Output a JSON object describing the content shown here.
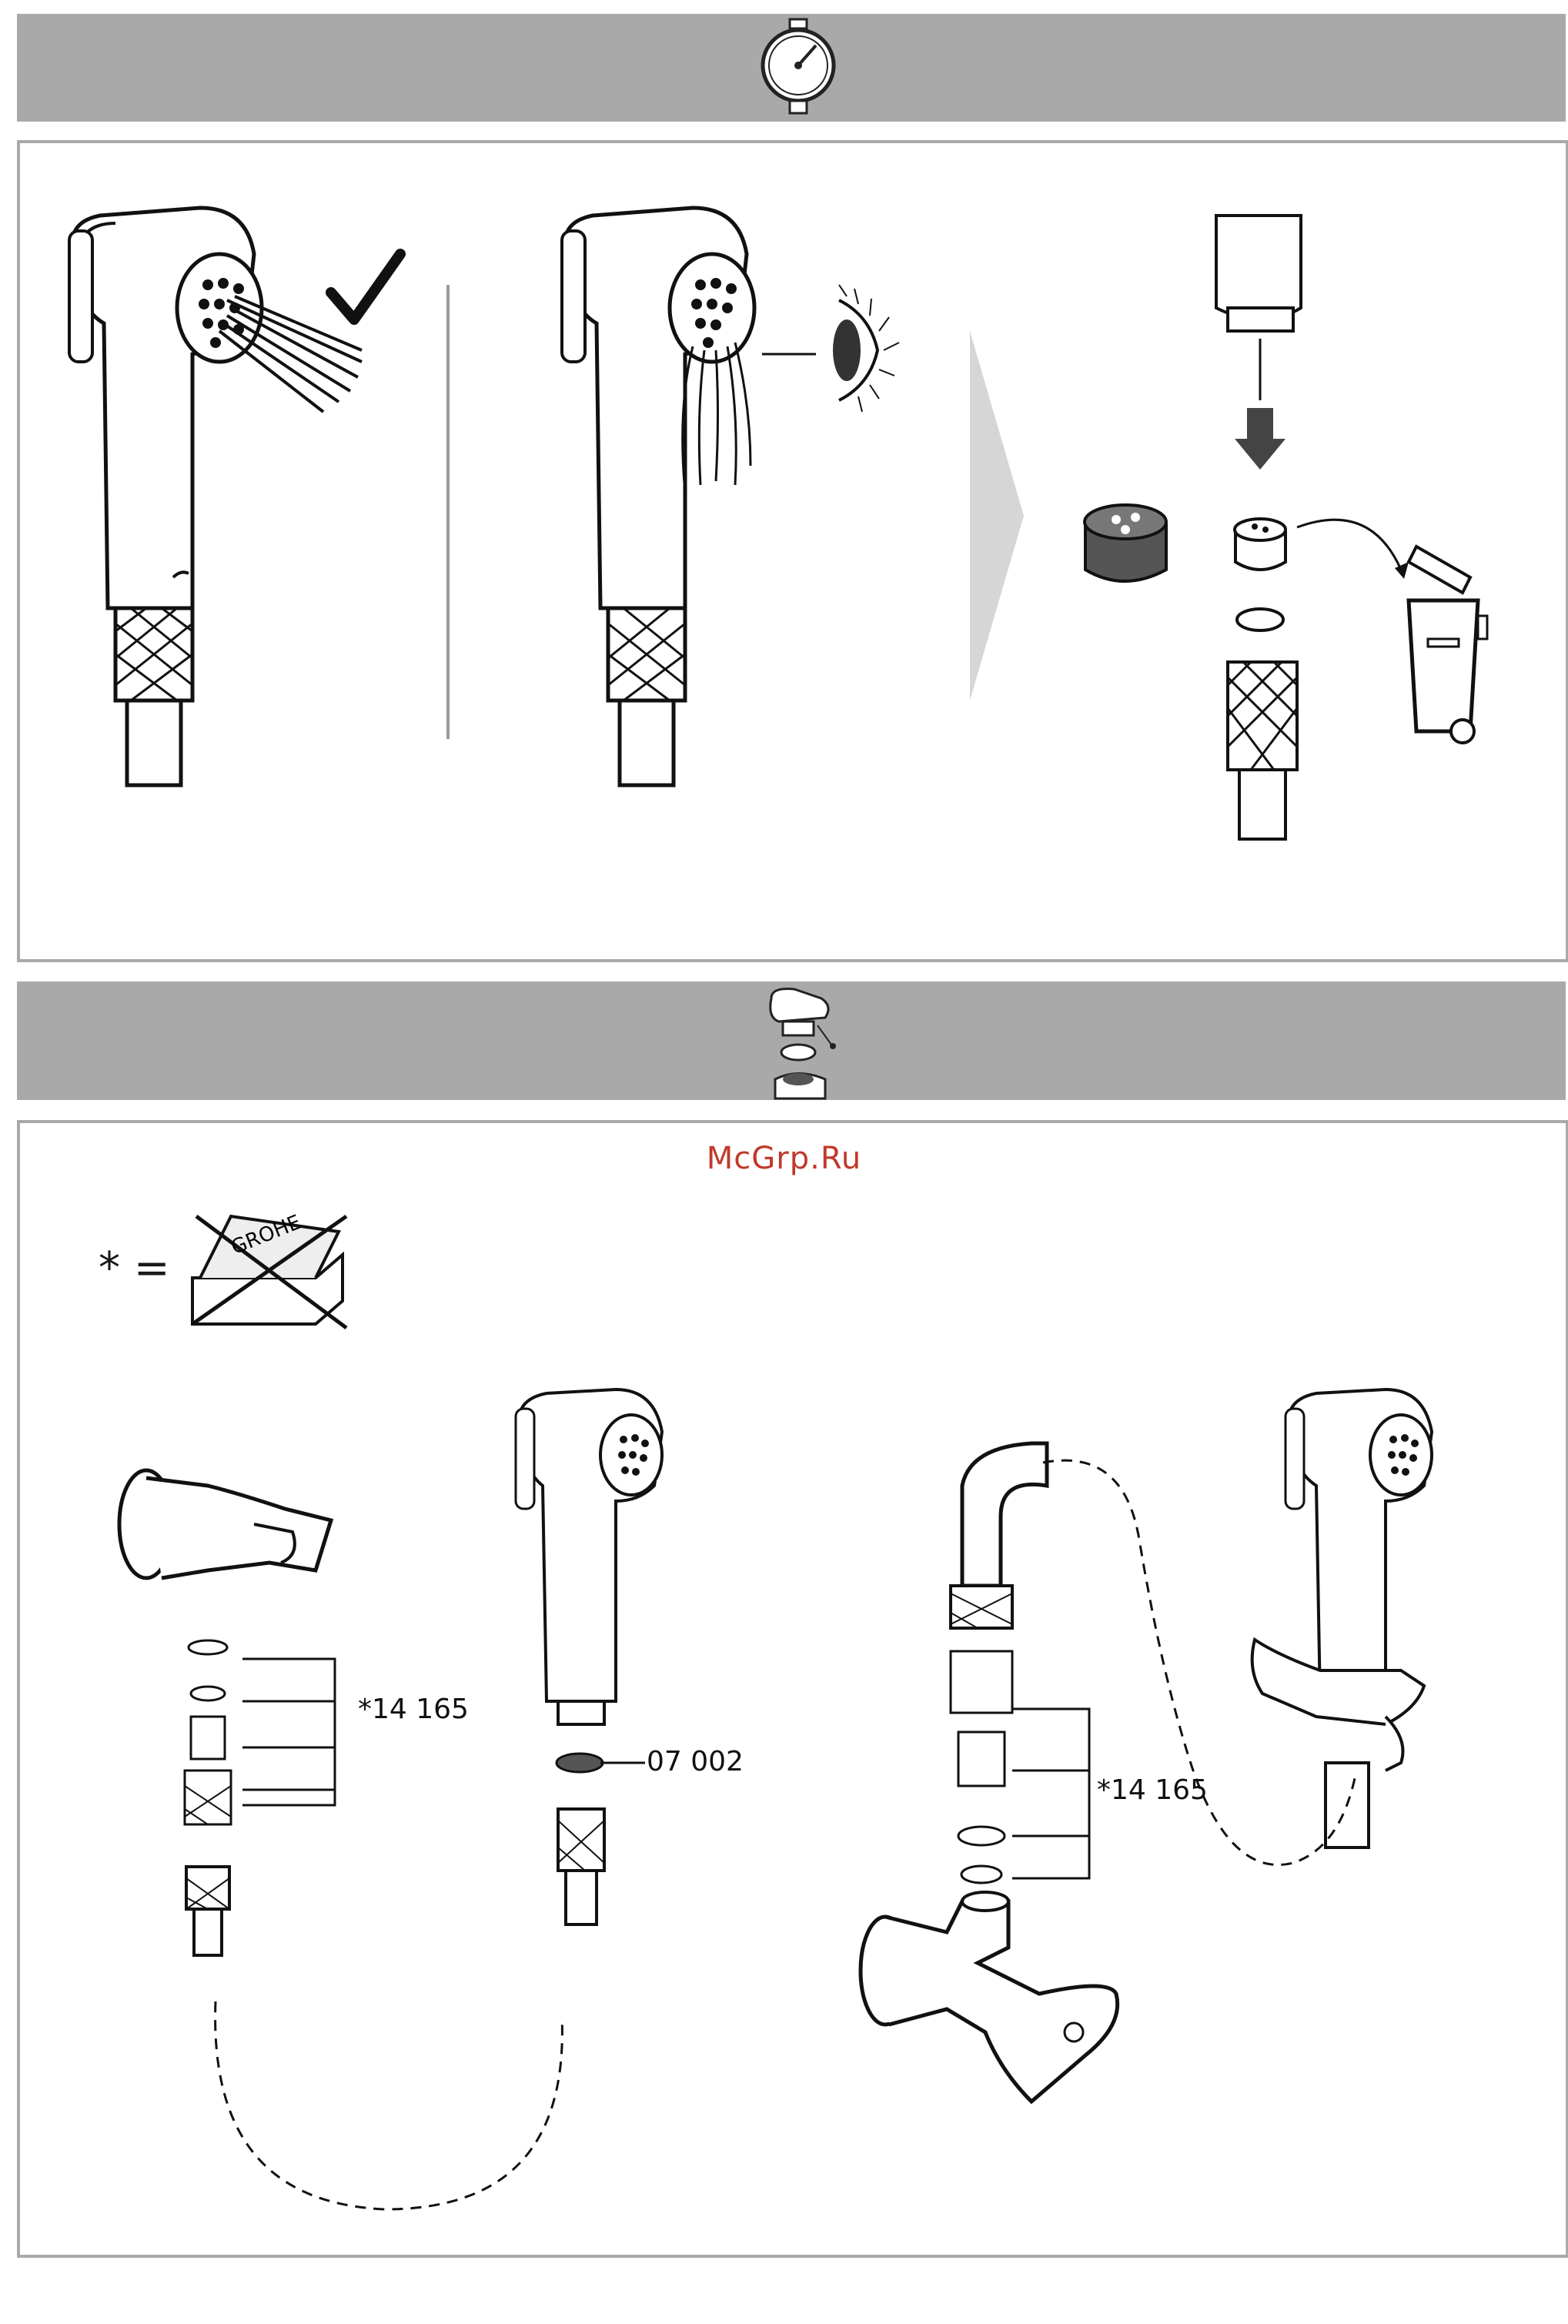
{
  "watermark": "McGrp.Ru",
  "legend": {
    "star_equals": "* =",
    "brand": "GROHE"
  },
  "parts": {
    "part_a": "*14 165",
    "part_b": "07 002",
    "part_c": "*14 165"
  },
  "icons": {
    "top_band": "pressure-gauge-icon",
    "mid_band": "mixer-tap-icon",
    "check": "checkmark-icon",
    "eye": "eye-icon",
    "bin": "waste-bin-icon",
    "arrow": "next-step-arrow-icon"
  },
  "colors": {
    "band": "#a9a9a9",
    "watermark": "#c0392b",
    "arrow": "#d6d6d6"
  }
}
